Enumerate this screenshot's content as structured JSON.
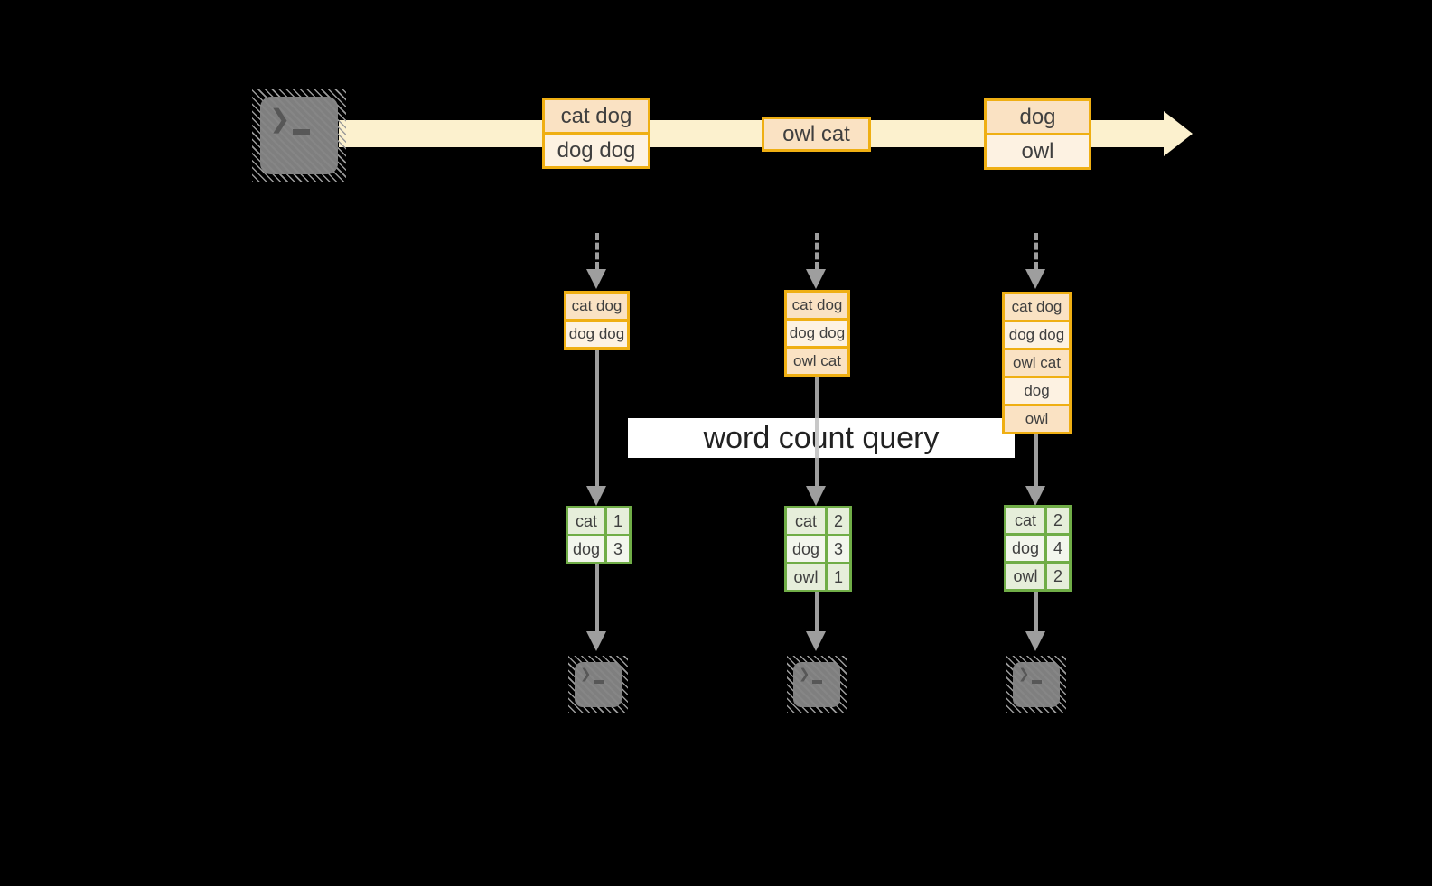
{
  "banner": {
    "label": "word count query"
  },
  "icons": {
    "terminal_prompt_glyph": "❯"
  },
  "stream_events": [
    {
      "cells": [
        "cat dog",
        "dog dog"
      ]
    },
    {
      "cells": [
        "owl cat"
      ]
    },
    {
      "cells": [
        "dog",
        "owl"
      ]
    }
  ],
  "workers": [
    {
      "buffer": [
        "cat dog",
        "dog dog"
      ],
      "counts": [
        {
          "word": "cat",
          "count": "1"
        },
        {
          "word": "dog",
          "count": "3"
        }
      ]
    },
    {
      "buffer": [
        "cat dog",
        "dog dog",
        "owl cat"
      ],
      "counts": [
        {
          "word": "cat",
          "count": "2"
        },
        {
          "word": "dog",
          "count": "3"
        },
        {
          "word": "owl",
          "count": "1"
        }
      ]
    },
    {
      "buffer": [
        "cat dog",
        "dog dog",
        "owl cat",
        "dog",
        "owl"
      ],
      "counts": [
        {
          "word": "cat",
          "count": "2"
        },
        {
          "word": "dog",
          "count": "4"
        },
        {
          "word": "owl",
          "count": "2"
        }
      ]
    }
  ],
  "colors": {
    "background": "#000000",
    "stream-band": "#FCF1CE",
    "box-border": "#EFAF13",
    "cell-peach": "#FAE2C3",
    "cell-cream": "#FDF2E2",
    "table-border": "#70AD47",
    "cell-green-dark": "#E6EEDA",
    "cell-green-light": "#F3F6ED",
    "arrow-gray": "#9E9E9E",
    "arrow-lite": "#C8C8C8",
    "terminal-gray": "#7F7F7F",
    "terminal-glyph": "#575757",
    "text-dark": "#3F3F3F",
    "banner-bg": "#FFFFFF",
    "banner-text": "#222222"
  }
}
